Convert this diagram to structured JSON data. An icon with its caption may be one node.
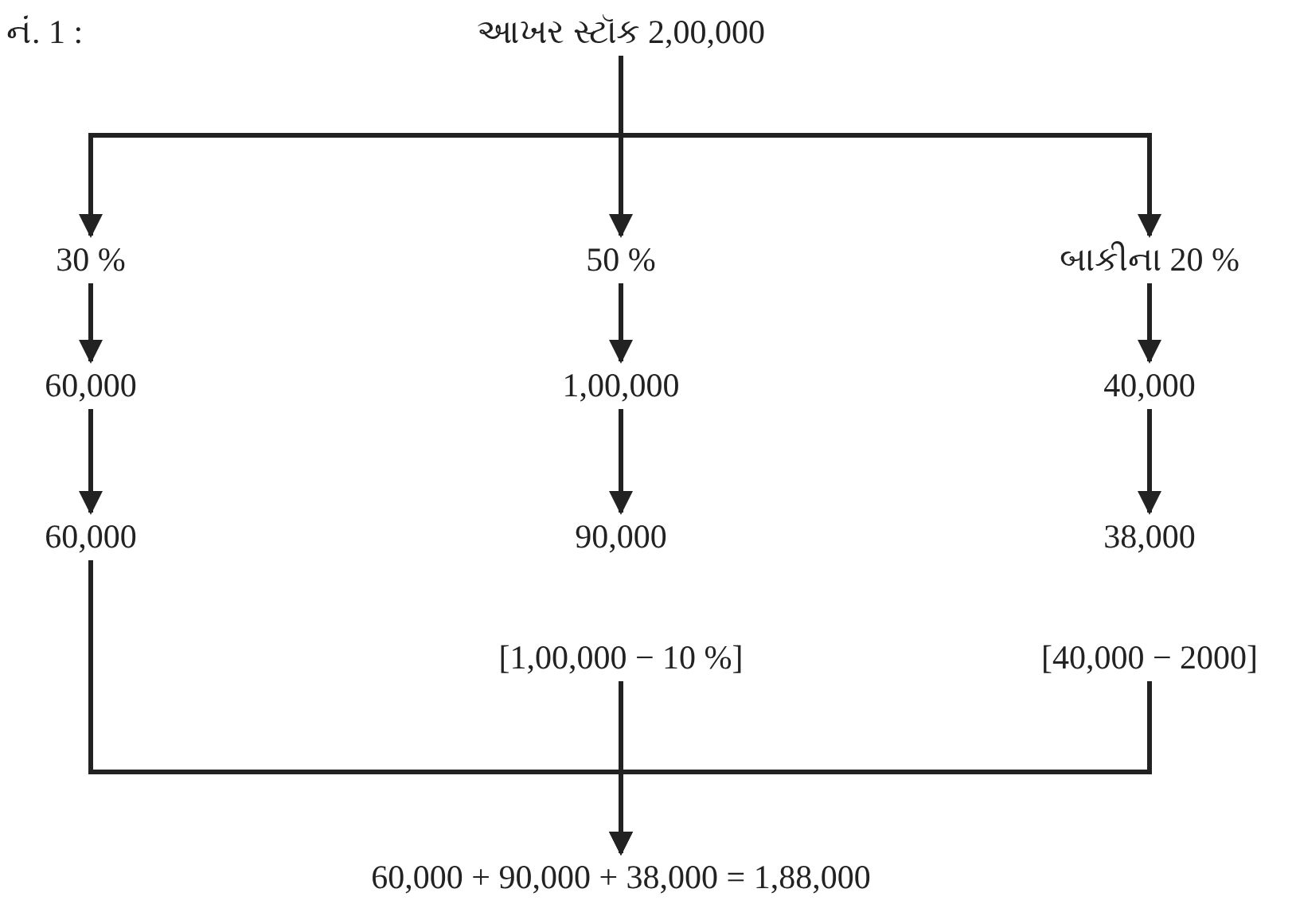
{
  "diagram": {
    "nodes": [
      {
        "text": [
          "આખર સ્ટૉક 2,00,000"
        ]
      },
      {
        "text": [
          "30 %"
        ]
      },
      {
        "text": [
          "50 %"
        ]
      },
      {
        "text": [
          "બાકીના 20 %"
        ]
      },
      {
        "text": [
          "60,000"
        ]
      },
      {
        "text": [
          "1,00,000"
        ]
      },
      {
        "text": [
          "40,000"
        ]
      },
      {
        "text": [
          "60,000"
        ]
      },
      {
        "text": [
          "90,000"
        ],
        "beside": [
          "[1,00,000 − 10 %]"
        ]
      },
      {
        "text": [
          "38,000"
        ],
        "beside": [
          "[40,000 − 2000]"
        ]
      },
      {
        "text": [
          "60,000 + 90,000 + 38,000 = 1,88,000"
        ]
      }
    ],
    "edges": [
      {
        "from": 0,
        "to": 1,
        "arrow": "to"
      },
      {
        "from": 0,
        "to": 2,
        "arrow": "to"
      },
      {
        "from": 0,
        "to": 3,
        "arrow": "to"
      },
      {
        "from": 1,
        "to": 4,
        "arrow": "to"
      },
      {
        "from": 2,
        "to": 5,
        "arrow": "to"
      },
      {
        "from": 3,
        "to": 6,
        "arrow": "to"
      },
      {
        "from": 4,
        "to": 7,
        "arrow": "to"
      },
      {
        "from": 5,
        "to": 8,
        "arrow": "to"
      },
      {
        "from": 6,
        "to": 9,
        "arrow": "to"
      },
      {
        "from": 7,
        "to": 10,
        "arrow": "to"
      },
      {
        "from": 8,
        "to": 10,
        "arrow": "to"
      },
      {
        "from": 9,
        "to": 10,
        "arrow": "to"
      }
    ],
    "labels": [
      "નં. 1 :"
    ]
  }
}
